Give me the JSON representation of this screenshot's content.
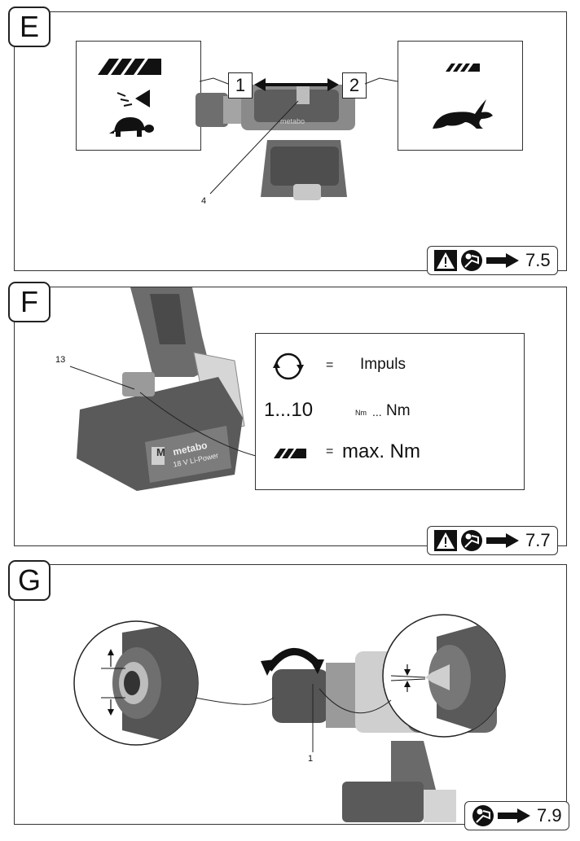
{
  "panels": {
    "e": {
      "letter": "E",
      "label_1": "1",
      "label_2": "2",
      "callout_4": "4",
      "ref_number": "7.5"
    },
    "f": {
      "letter": "F",
      "callout_13": "13",
      "legend": {
        "row1_eq": "=",
        "row1_text": "Impuls",
        "row2_range": "1...10",
        "row2_small": "Nm",
        "row2_dots": "...",
        "row2_unit": "Nm",
        "row3_eq": "=",
        "row3_text": "max. Nm"
      },
      "battery_brand": "metabo",
      "battery_label": "18 V Li-Power",
      "battery_badge": "M",
      "ref_number": "7.7"
    },
    "g": {
      "letter": "G",
      "callout_1": "1",
      "ref_number": "7.9"
    }
  }
}
